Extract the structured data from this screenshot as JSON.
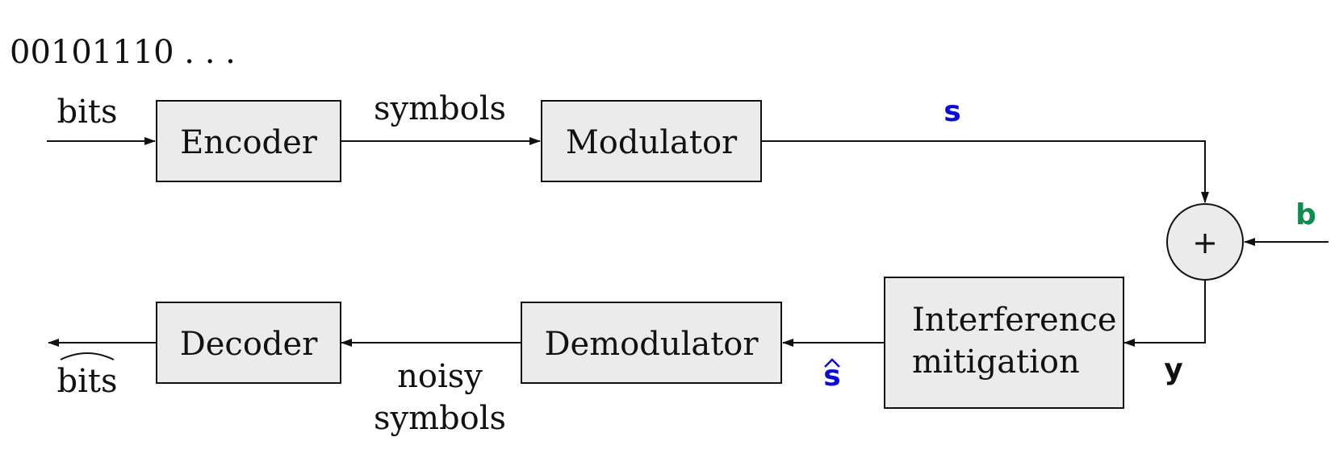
{
  "bitstring": "00101110 . . .",
  "blocks": {
    "encoder": "Encoder",
    "modulator": "Modulator",
    "decoder": "Decoder",
    "demodulator": "Demodulator",
    "interference_line1": "Interference",
    "interference_line2": "mitigation",
    "adder": "+"
  },
  "labels": {
    "bits_in": "bits",
    "symbols": "symbols",
    "s": "s",
    "b": "b",
    "y": "y",
    "s_hat": "s",
    "noisy_line1": "noisy",
    "noisy_line2": "symbols",
    "bits_out": "bits"
  },
  "colors": {
    "s": "#0b0bd6",
    "s_hat": "#0b0bd6",
    "b": "#138a4e",
    "y": "#111111",
    "box_fill": "#ebebeb"
  }
}
